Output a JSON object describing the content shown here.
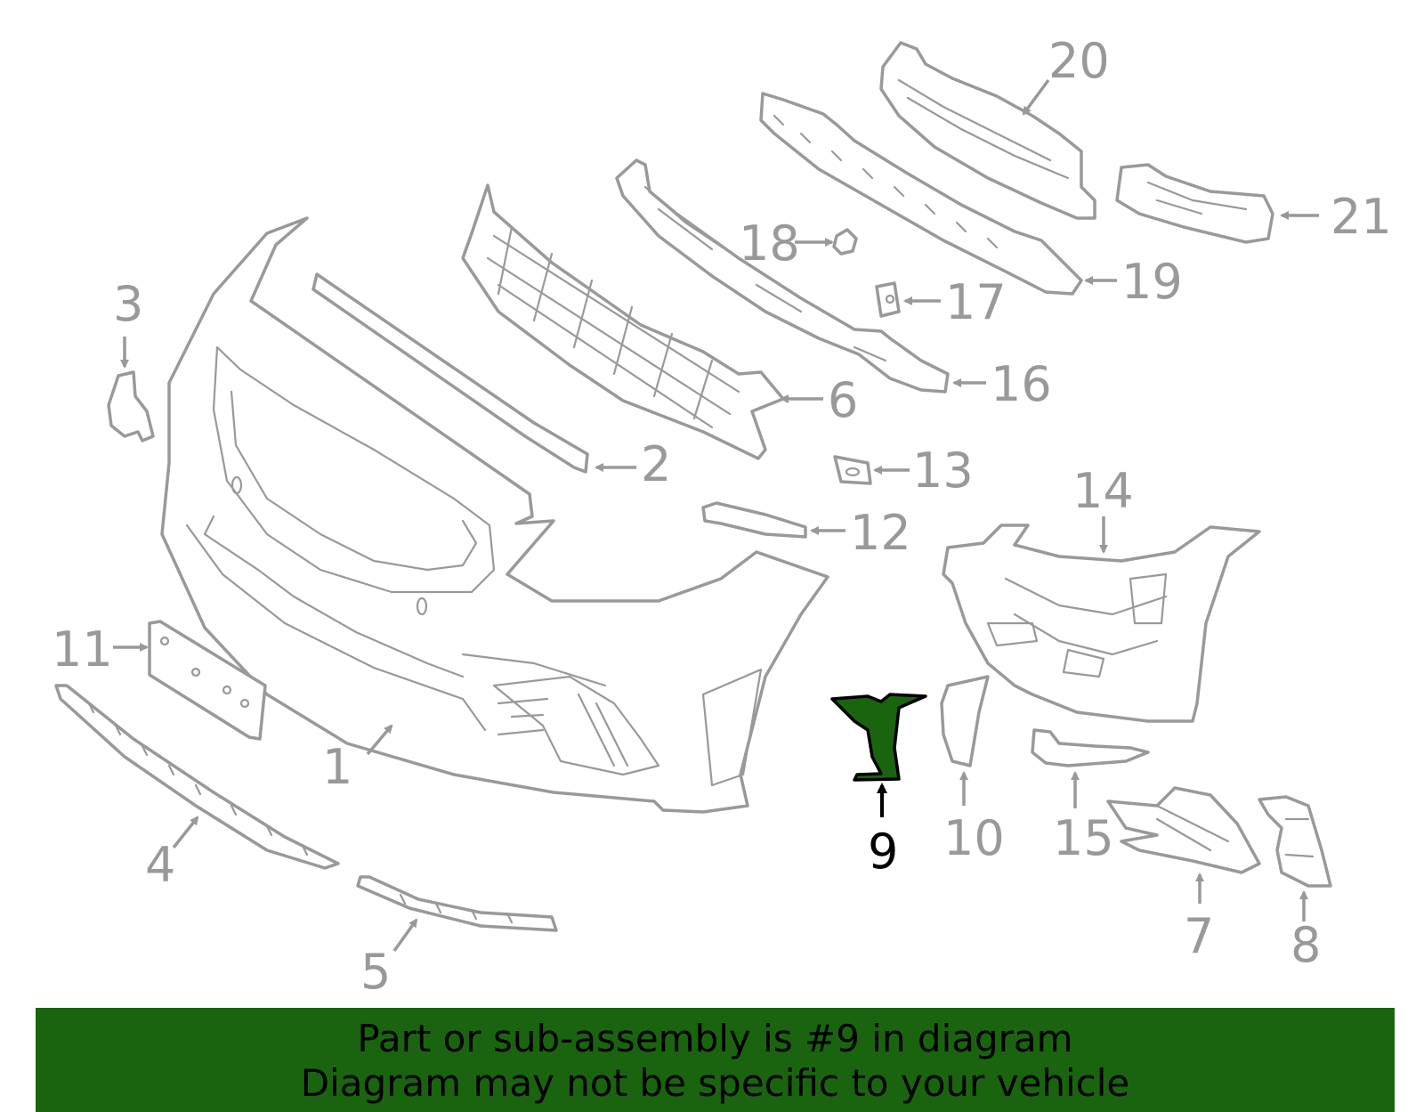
{
  "highlight_color": "#1a6410",
  "part_color": "#999999",
  "highlighted_part": "9",
  "callouts": {
    "c1": "1",
    "c2": "2",
    "c3": "3",
    "c4": "4",
    "c5": "5",
    "c6": "6",
    "c7": "7",
    "c8": "8",
    "c9": "9",
    "c10": "10",
    "c11": "11",
    "c12": "12",
    "c13": "13",
    "c14": "14",
    "c15": "15",
    "c16": "16",
    "c17": "17",
    "c18": "18",
    "c19": "19",
    "c20": "20",
    "c21": "21"
  },
  "banner": {
    "line1": "Part or sub-assembly is #9 in diagram",
    "line2": "Diagram may not be specific to your vehicle"
  }
}
